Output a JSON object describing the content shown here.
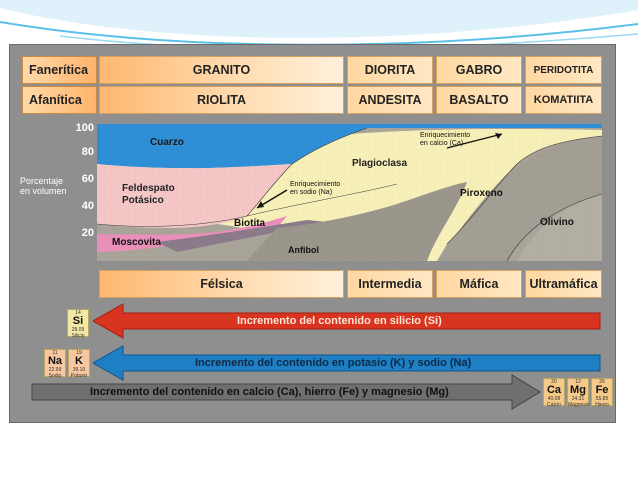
{
  "row_labels": {
    "faneritica": "Fanerítica",
    "afanitica": "Afanítica"
  },
  "plutonic_rocks": [
    "GRANITO",
    "DIORITA",
    "GABRO",
    "PERIDOTITA"
  ],
  "volcanic_rocks": [
    "RIOLITA",
    "ANDESITA",
    "BASALTO",
    "KOMATIITA"
  ],
  "y_axis": {
    "label_line1": "Porcentaje",
    "label_line2": "en volumen",
    "ticks": [
      "100",
      "80",
      "60",
      "40",
      "20"
    ]
  },
  "minerals": {
    "cuarzo": "Cuarzo",
    "plagioclasa": "Plagioclasa",
    "feldespato1": "Feldespato",
    "feldespato2": "Potásico",
    "piroxeno": "Piroxeno",
    "olivino": "Olivino",
    "biotita": "Biotita",
    "moscovita": "Moscovita",
    "anfibol": "Anfibol"
  },
  "annotations": {
    "ca_line1": "Enriquecimiento",
    "ca_line2": "en calcio (Ca)",
    "na_line1": "Enriquecimiento",
    "na_line2": "en sodio (Na)"
  },
  "compositions": [
    "Félsica",
    "Intermedia",
    "Máfica",
    "Ultramáfica"
  ],
  "arrows": {
    "silicon": "Incremento del contenido en silicio (Si)",
    "potassium": "Incremento del contenido en potasio (K) y sodio (Na)",
    "calcium": "Incremento del contenido en calcio (Ca), hierro (Fe) y magnesio (Mg)"
  },
  "elements": [
    {
      "num": "14",
      "sym": "Si",
      "mass": "28.09",
      "name": "Silicio"
    },
    {
      "num": "11",
      "sym": "Na",
      "mass": "22.99",
      "name": "Sodio"
    },
    {
      "num": "19",
      "sym": "K",
      "mass": "39.10",
      "name": "Potasio"
    },
    {
      "num": "20",
      "sym": "Ca",
      "mass": "40.08",
      "name": "Calcio"
    },
    {
      "num": "12",
      "sym": "Mg",
      "mass": "24.31",
      "name": "Magnesio"
    },
    {
      "num": "26",
      "sym": "Fe",
      "mass": "55.85",
      "name": "Hierro"
    }
  ],
  "colors": {
    "accent_red": "#cc2b1e",
    "accent_blue": "#1f7fc4",
    "panel": "#8f8f8f"
  }
}
